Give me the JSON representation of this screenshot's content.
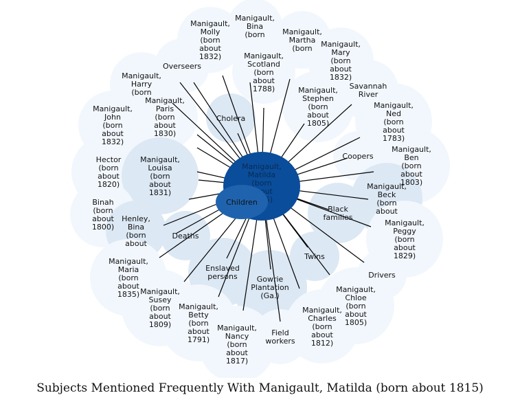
{
  "caption": "Subjects Mentioned Frequently With Manigault, Matilda (born about 1815)",
  "colors": {
    "bubble_light": "#f2f7fd",
    "bubble_mid": "#dce8f4",
    "center": "#0a4d9a",
    "children": "#1f63ae",
    "edge": "#000000"
  },
  "center": {
    "id": "center",
    "lines": [
      "Manigault,",
      "Matilda",
      "(born",
      "about",
      "1815)"
    ]
  },
  "nodes": [
    {
      "id": "n-molly",
      "lines": [
        "Manigault,",
        "Molly",
        "(born",
        "about",
        "1832)"
      ],
      "shade": "light"
    },
    {
      "id": "n-bina",
      "lines": [
        "Manigault,",
        "Bina",
        "(born"
      ],
      "shade": "light"
    },
    {
      "id": "n-martha",
      "lines": [
        "Manigault,",
        "Martha",
        "(born"
      ],
      "shade": "light"
    },
    {
      "id": "n-mary",
      "lines": [
        "Manigault,",
        "Mary",
        "(born",
        "about",
        "1832)"
      ],
      "shade": "light"
    },
    {
      "id": "n-scotland",
      "lines": [
        "Manigault,",
        "Scotland",
        "(born",
        "about",
        "1788)"
      ],
      "shade": "light"
    },
    {
      "id": "n-overseers",
      "lines": [
        "Overseers"
      ],
      "shade": "light"
    },
    {
      "id": "n-harry",
      "lines": [
        "Manigault,",
        "Harry",
        "(born"
      ],
      "shade": "light"
    },
    {
      "id": "n-savannah",
      "lines": [
        "Savannah",
        "River"
      ],
      "shade": "light"
    },
    {
      "id": "n-stephen",
      "lines": [
        "Manigault,",
        "Stephen",
        "(born",
        "about",
        "1805)"
      ],
      "shade": "light"
    },
    {
      "id": "n-ned",
      "lines": [
        "Manigault,",
        "Ned",
        "(born",
        "about",
        "1783)"
      ],
      "shade": "light"
    },
    {
      "id": "n-paris",
      "lines": [
        "Manigault,",
        "Paris",
        "(born",
        "about",
        "1830)"
      ],
      "shade": "light"
    },
    {
      "id": "n-john",
      "lines": [
        "Manigault,",
        "John",
        "(born",
        "about",
        "1832)"
      ],
      "shade": "light"
    },
    {
      "id": "n-cholera",
      "lines": [
        "Cholera"
      ],
      "shade": "mid"
    },
    {
      "id": "n-coopers",
      "lines": [
        "Coopers"
      ],
      "shade": "light"
    },
    {
      "id": "n-ben",
      "lines": [
        "Manigault,",
        "Ben",
        "(born",
        "about",
        "1803)"
      ],
      "shade": "light"
    },
    {
      "id": "n-hector",
      "lines": [
        "Hector",
        "(born",
        "about",
        "1820)"
      ],
      "shade": "light"
    },
    {
      "id": "n-louisa",
      "lines": [
        "Manigault,",
        "Louisa",
        "(born",
        "about",
        "1831)"
      ],
      "shade": "mid"
    },
    {
      "id": "n-beck",
      "lines": [
        "Manigault,",
        "Beck",
        "(born",
        "about"
      ],
      "shade": "mid"
    },
    {
      "id": "n-binah",
      "lines": [
        "Binah",
        "(born",
        "about",
        "1800)"
      ],
      "shade": "light"
    },
    {
      "id": "n-children",
      "lines": [
        "Children"
      ],
      "shade": "children"
    },
    {
      "id": "n-black",
      "lines": [
        "Black",
        "families"
      ],
      "shade": "mid"
    },
    {
      "id": "n-henley",
      "lines": [
        "Henley,",
        "Bina",
        "(born",
        "about"
      ],
      "shade": "mid"
    },
    {
      "id": "n-peggy",
      "lines": [
        "Manigault,",
        "Peggy",
        "(born",
        "about",
        "1829)"
      ],
      "shade": "light"
    },
    {
      "id": "n-deaths",
      "lines": [
        "Deaths"
      ],
      "shade": "mid"
    },
    {
      "id": "n-twins",
      "lines": [
        "Twins"
      ],
      "shade": "mid"
    },
    {
      "id": "n-maria",
      "lines": [
        "Manigault,",
        "Maria",
        "(born",
        "about",
        "1835)"
      ],
      "shade": "light"
    },
    {
      "id": "n-enslaved",
      "lines": [
        "Enslaved",
        "persons"
      ],
      "shade": "mid"
    },
    {
      "id": "n-drivers",
      "lines": [
        "Drivers"
      ],
      "shade": "light"
    },
    {
      "id": "n-gowrie",
      "lines": [
        "Gowrie",
        "Plantation",
        "(Ga.)"
      ],
      "shade": "mid"
    },
    {
      "id": "n-susey",
      "lines": [
        "Manigault,",
        "Susey",
        "(born",
        "about",
        "1809)"
      ],
      "shade": "light"
    },
    {
      "id": "n-betty",
      "lines": [
        "Manigault,",
        "Betty",
        "(born",
        "about",
        "1791)"
      ],
      "shade": "light"
    },
    {
      "id": "n-chloe",
      "lines": [
        "Manigault,",
        "Chloe",
        "(born",
        "about",
        "1805)"
      ],
      "shade": "light"
    },
    {
      "id": "n-charles",
      "lines": [
        "Manigault,",
        "Charles",
        "(born",
        "about",
        "1812)"
      ],
      "shade": "light"
    },
    {
      "id": "n-nancy",
      "lines": [
        "Manigault,",
        "Nancy",
        "(born",
        "about",
        "1817)"
      ],
      "shade": "light"
    },
    {
      "id": "n-fieldworkers",
      "lines": [
        "Field",
        "workers"
      ],
      "shade": "light"
    }
  ]
}
